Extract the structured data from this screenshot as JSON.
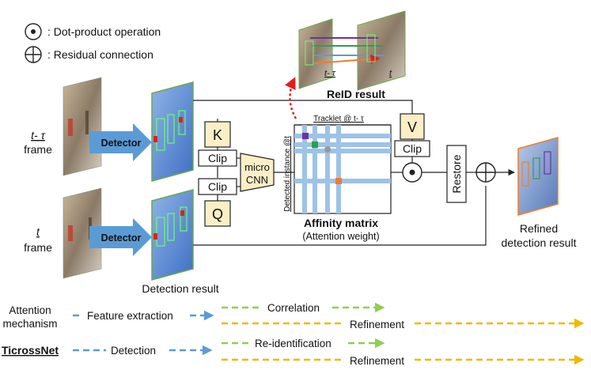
{
  "legend": {
    "dot_label": ": Dot-product operation",
    "plus_label": ": Residual connection"
  },
  "frames": {
    "t_tau_label": "t- τ",
    "t_tau_sub": "frame",
    "t_label": "t",
    "t_sub": "frame"
  },
  "blocks": {
    "detector_top": "Detector",
    "detector_bottom": "Detector",
    "detection_result": "Detection result",
    "k": "K",
    "q": "Q",
    "v": "V",
    "clip_k": "Clip",
    "clip_q": "Clip",
    "clip_v": "Clip",
    "micro_cnn_1": "micro",
    "micro_cnn_2": "CNN",
    "restore": "Restore",
    "refined_1": "Refined",
    "refined_2": "detection result"
  },
  "matrix": {
    "top_label": "Tracklet @ t- τ",
    "side_label": "Detected instance @t",
    "title": "Affinity matrix",
    "subtitle": "(Attention weight)"
  },
  "reid": {
    "title": "ReID result",
    "label_left": "t- τ",
    "label_right": "t"
  },
  "bottom_legend": {
    "row1_label_1": "Attention",
    "row1_label_2": "mechanism",
    "row1_a": "Feature extraction",
    "row1_b": "Correlation",
    "row1_c": "Refinement",
    "row2_label": "TicrossNet",
    "row2_a": "Detection",
    "row2_b": "Re-identification",
    "row2_c": "Refinement"
  },
  "colors": {
    "blue_arrow": "#5b9bd5",
    "green_arrow": "#8fcf4f",
    "yellow_arrow": "#f2b705",
    "matrix_lines": "#9dc3e6",
    "reid_red": "#e02020",
    "kqv_fill": "#fcefc7"
  }
}
